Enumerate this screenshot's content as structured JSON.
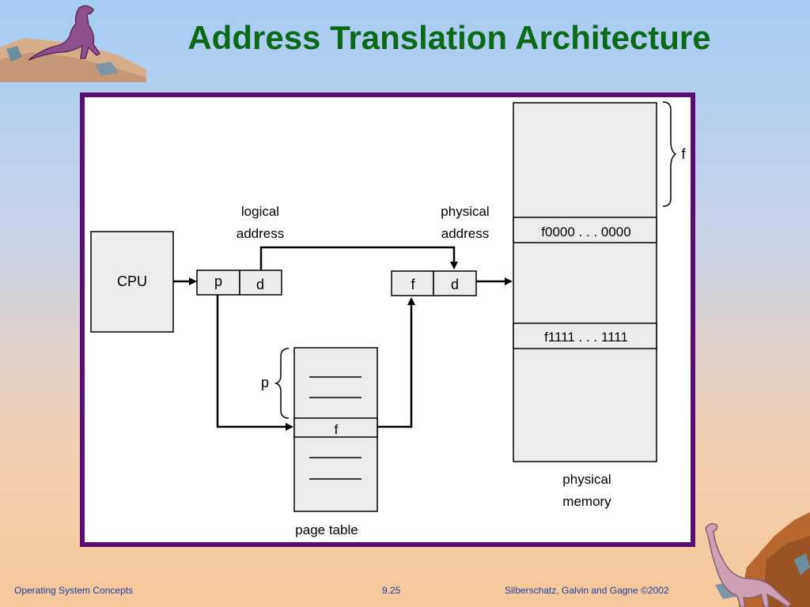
{
  "slide": {
    "title": "Address Translation Architecture"
  },
  "diagram": {
    "cpu_label": "CPU",
    "logical_address_label_1": "logical",
    "logical_address_label_2": "address",
    "physical_address_label_1": "physical",
    "physical_address_label_2": "address",
    "logical_p": "p",
    "logical_d": "d",
    "physical_f": "f",
    "physical_d": "d",
    "page_table_p_brace": "p",
    "page_table_entry_f": "f",
    "page_table_label": "page table",
    "memory_frame_brace": "f",
    "memory_frame_start": "f0000 . . . 0000",
    "memory_frame_end": "f1111 . . . 1111",
    "physical_memory_label_1": "physical",
    "physical_memory_label_2": "memory"
  },
  "footer": {
    "left": "Operating System Concepts",
    "center": "9.25",
    "right": "Silberschatz, Galvin and  Gagne ©2002"
  },
  "colors": {
    "title": "#0a6a18",
    "frame": "#5a0d74",
    "box_fill": "#ececec",
    "footer_text": "#1b3ea8"
  }
}
